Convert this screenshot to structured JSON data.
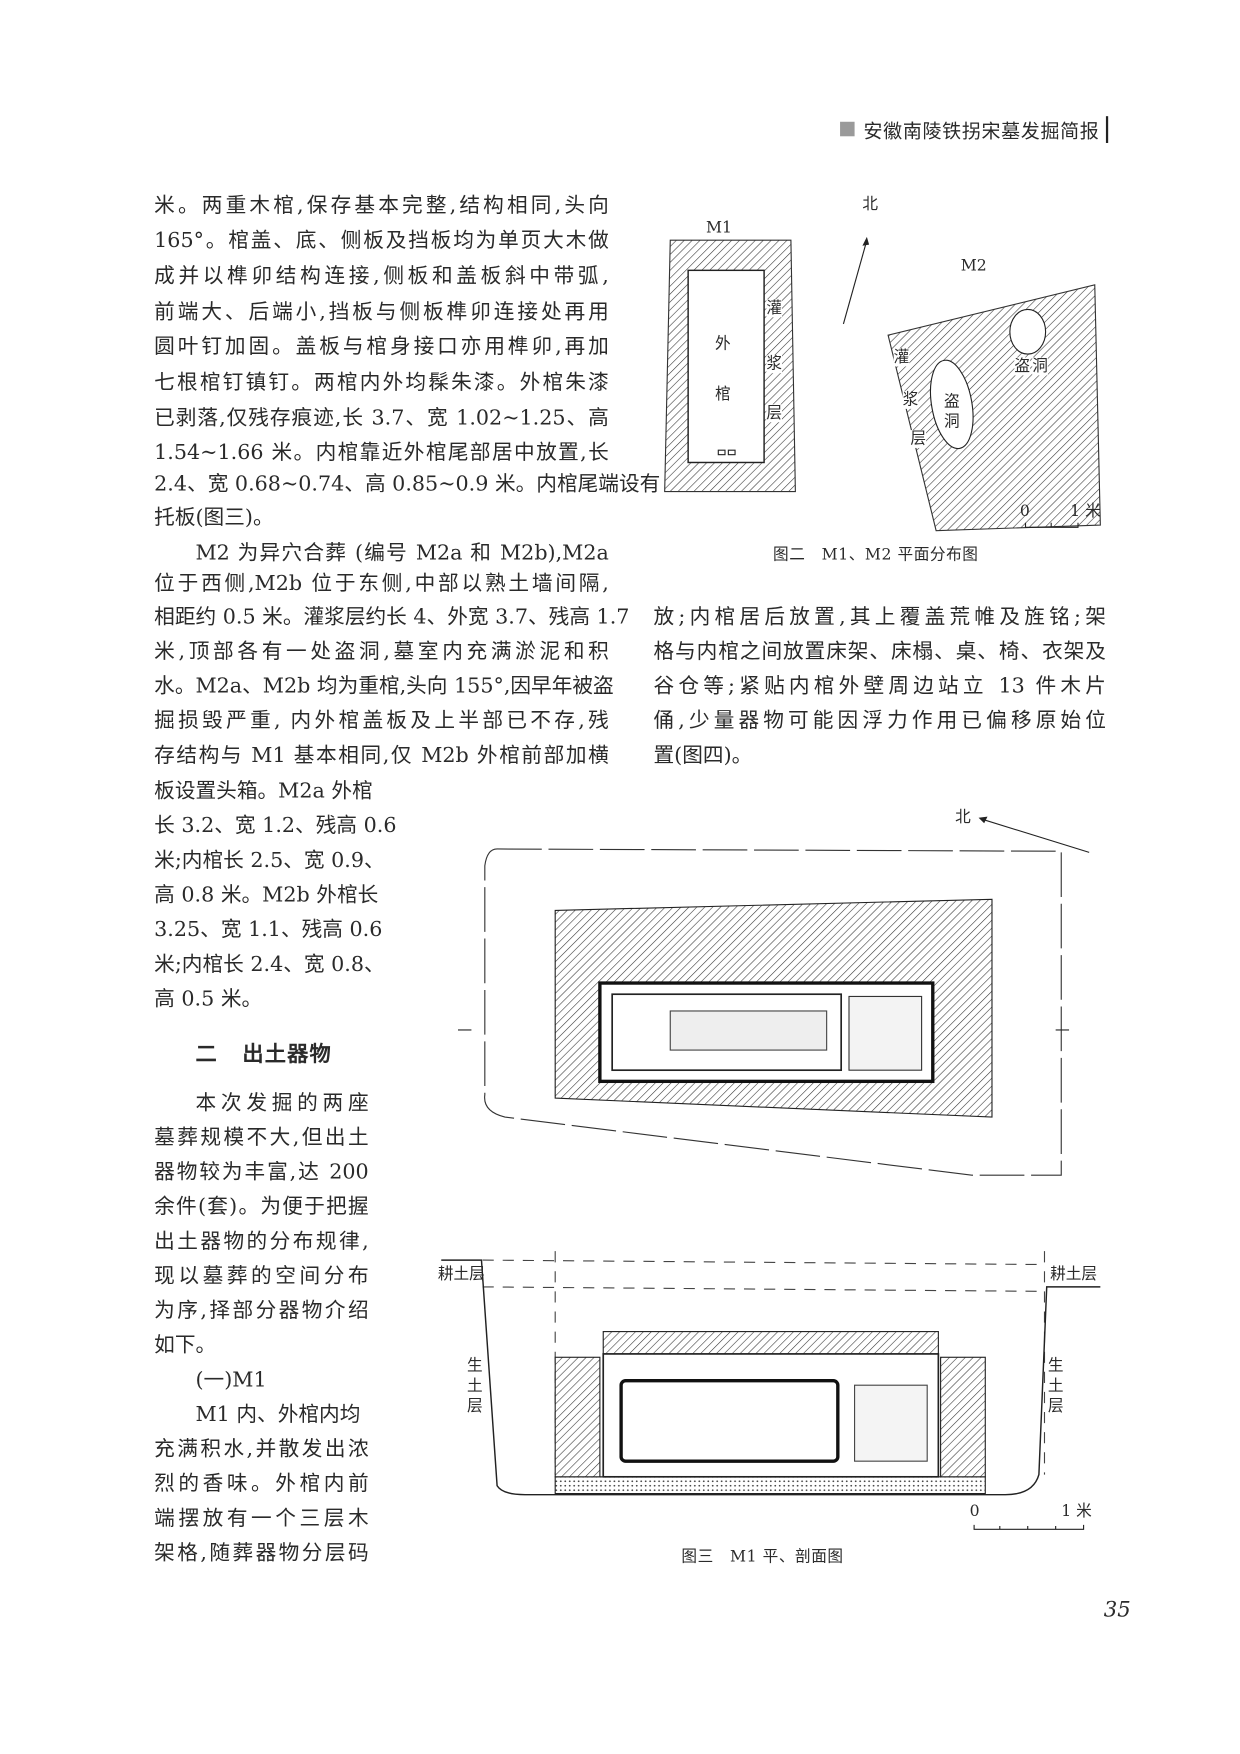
{
  "header": {
    "running_title": "安徽南陵铁拐宋墓发掘简报"
  },
  "left_column": [
    "米。两重木棺,保存基本完整,结构相同,头向",
    "165°。棺盖、底、侧板及挡板均为单页大木做",
    "成并以榫卯结构连接,侧板和盖板斜中带弧,",
    "前端大、后端小,挡板与侧板榫卯连接处再用",
    "圆叶钉加固。盖板与棺身接口亦用榫卯,再加",
    "七根棺钉镇钉。两棺内外均髹朱漆。外棺朱漆",
    "已剥落,仅残存痕迹,长 3.7、宽 1.02~1.25、高",
    "1.54~1.66 米。内棺靠近外棺尾部居中放置,长",
    "2.4、宽 0.68~0.74、高 0.85~0.9 米。内棺尾端设有",
    "托板(图三)。",
    "M2 为异穴合葬 (编号 M2a 和 M2b),M2a",
    "位于西侧,M2b 位于东侧,中部以熟土墙间隔,",
    "相距约 0.5 米。灌浆层约长 4、外宽 3.7、残高 1.7",
    "米,顶部各有一处盗洞,墓室内充满淤泥和积",
    "水。M2a、M2b 均为重棺,头向 155°,因早年被盗",
    "掘损毁严重, 内外棺盖板及上半部已不存,残",
    "存结构与 M1 基本相同,仅 M2b 外棺前部加横"
  ],
  "narrow_column": [
    "板设置头箱。M2a 外棺",
    "长 3.2、宽 1.2、残高 0.6",
    "米;内棺长 2.5、宽 0.9、",
    "高 0.8 米。M2b 外棺长",
    "3.25、宽 1.1、残高 0.6",
    "米;内棺长 2.4、宽 0.8、",
    "高 0.5 米。"
  ],
  "section_heading": {
    "number": "二",
    "title": "出土器物"
  },
  "narrow_column_2": [
    "本次发掘的两座",
    "墓葬规模不大,但出土",
    "器物较为丰富,达 200",
    "余件(套)。为便于把握",
    "出土器物的分布规律,",
    "现以墓葬的空间分布",
    "为序,择部分器物介绍",
    "如下。",
    "(一)M1",
    "M1 内、外棺内均",
    "充满积水,并散发出浓",
    "烈的香味。外棺内前",
    "端摆放有一个三层木",
    "架格,随葬器物分层码"
  ],
  "right_column": [
    "放;内棺居后放置,其上覆盖荒帷及旌铭;架",
    "格与内棺之间放置床架、床榻、桌、椅、衣架及",
    "谷仓等;紧贴内棺外壁周边站立 13 件木片",
    "俑,少量器物可能因浮力作用已偏移原始位",
    "置(图四)。"
  ],
  "figure2": {
    "caption": "图二　M1、M2 平面分布图",
    "north": "北",
    "m1": "M1",
    "m2": "M2",
    "outer_coffin": [
      "外",
      "棺"
    ],
    "grout_layer": [
      "灌",
      "浆",
      "层"
    ],
    "robbery_hole": [
      "盗",
      "洞"
    ],
    "scale_zero": "0",
    "scale_one": "1 米"
  },
  "figure3": {
    "caption": "图三　M1 平、剖面图",
    "north": "北",
    "topsoil_left": "耕土层",
    "topsoil_right": "耕土层",
    "subsoil": [
      "生",
      "土",
      "层"
    ],
    "scale_zero": "0",
    "scale_one": "1 米"
  },
  "page_number": "35"
}
